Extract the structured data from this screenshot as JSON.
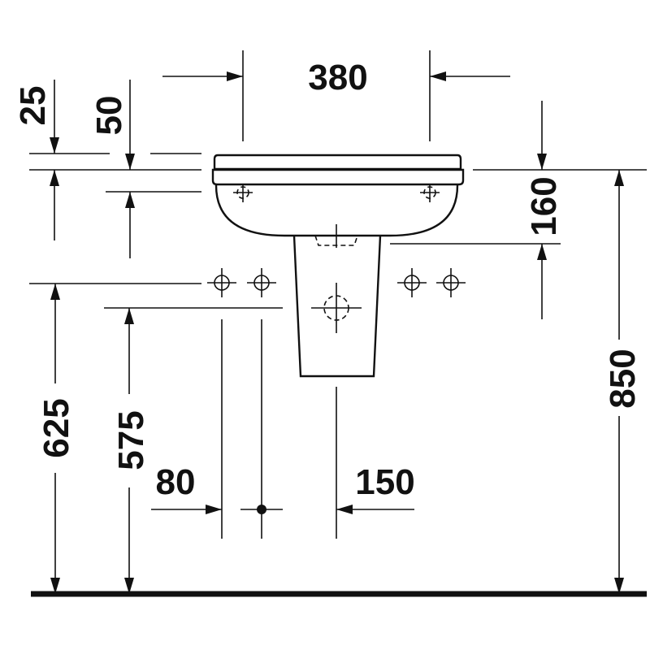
{
  "dimensions": {
    "top_width": "380",
    "rim_thickness": "25",
    "rim_depth": "50",
    "basin_height": "160",
    "supply_height": "625",
    "waste_height": "575",
    "side_offset": "80",
    "centre_offset": "150",
    "total_height": "850"
  },
  "colors": {
    "line": "#111111",
    "background": "#ffffff"
  }
}
